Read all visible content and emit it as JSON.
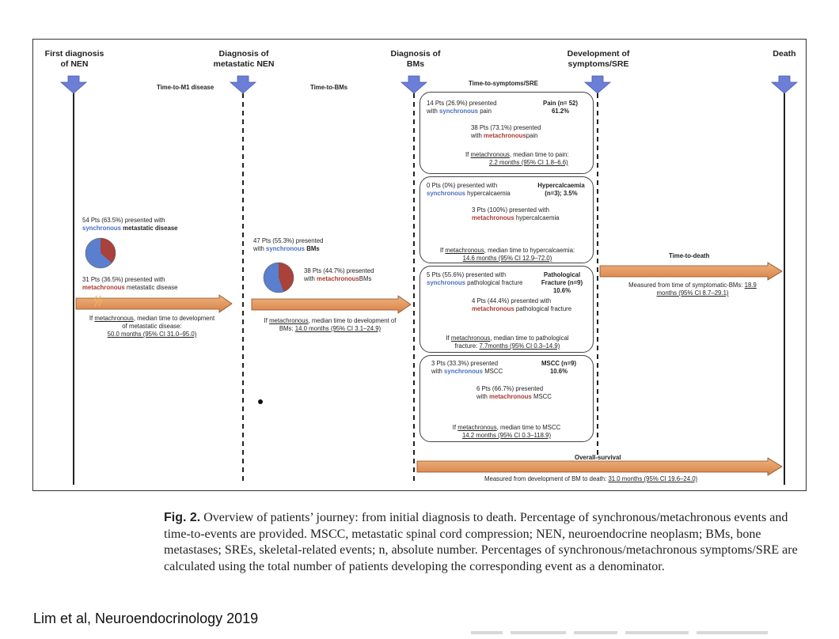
{
  "milestones": [
    {
      "key": "nen",
      "label": "First diagnosis\nof NEN"
    },
    {
      "key": "meta",
      "label": "Diagnosis of\nmetastatic NEN"
    },
    {
      "key": "bm",
      "label": "Diagnosis of\nBMs"
    },
    {
      "key": "sre",
      "label": "Development of\nsymptoms/SRE"
    },
    {
      "key": "death",
      "label": "Death"
    }
  ],
  "intervals": {
    "m1": "Time-to-M1 disease",
    "bms": "Time-to-BMs",
    "sre": "Time-to-symptoms/SRE",
    "death": "Time-to-death",
    "os": "Overall-survival"
  },
  "segment1": {
    "syn_prefix": "54 Pts (63.5%) presented with",
    "syn_word": "synchronous",
    "syn_suffix": "metastatic disease",
    "syn_pct": 63.5,
    "met_prefix": "31 Pts (36.5%) presented with",
    "met_word": "metachronous",
    "met_suffix": "metastatic disease",
    "med_word": "metachronous",
    "med_a": "If",
    "med_b": ", median time to development",
    "med_c": "of metastatic disease:",
    "med_d": "50.0 months (95% CI 31.0–95.0)"
  },
  "segment2": {
    "syn_prefix": "47 Pts (55.3%) presented",
    "syn_with": "with",
    "syn_word": "synchronous",
    "syn_suffix": "BMs",
    "syn_pct": 55.3,
    "met_prefix": "38 Pts (44.7%) presented",
    "met_with": "with",
    "met_word": "metachronous",
    "met_suffix": "BMs",
    "med_a": "If",
    "med_word": "metachronous",
    "med_b": ", median time to development of",
    "med_c": "BMs:",
    "med_d": "14.0 months (95% CI 3.1–24.9)"
  },
  "events": [
    {
      "title": "Pain (n= 52)",
      "pct_text": "61.2%",
      "syn_a": "14 Pts (26.9%) presented",
      "syn_b": "with",
      "syn_word": "synchronous",
      "syn_c": "pain",
      "met_a": "38 Pts (73.1%) presented",
      "met_b": "with",
      "met_word": "metachronous",
      "met_c": "pain",
      "syn_pct": 26.9,
      "med_a": "If",
      "med_word": "metachronous",
      "med_b": ", median time to pain:",
      "med_c": "2.2 months (95% CI 1.8–6.6)"
    },
    {
      "title": "Hypercalcaemia",
      "title2": "(n=3); 3.5%",
      "pct_text": "",
      "syn_a": "0 Pts (0%) presented with",
      "syn_b": "",
      "syn_word": "synchronous",
      "syn_c": "hypercalcaemia",
      "met_a": "3 Pts (100%) presented with",
      "met_b": "",
      "met_word": "metachronous",
      "met_c": "hypercalcaemia",
      "syn_pct": 0,
      "med_a": "If",
      "med_word": "metachronous",
      "med_b": ", median time to hypercalcaemia:",
      "med_c": "14.6 months (95% CI 12.9–72.0)"
    },
    {
      "title": "Pathological",
      "title2": "Fracture (n=9)",
      "pct_text": "10.6%",
      "syn_a": "5 Pts (55.6%) presented with",
      "syn_b": "",
      "syn_word": "synchronous",
      "syn_c": "pathological fracture",
      "met_a": "4 Pts (44.4%) presented with",
      "met_b": "",
      "met_word": "metachronous",
      "met_c": "pathological fracture",
      "syn_pct": 55.6,
      "med_a": "If",
      "med_word": "metachronous",
      "med_b": ", median time to pathological",
      "med_c": "fracture:",
      "med_d": "7.7months (95% CI 0.3–14.9)"
    },
    {
      "title": "MSCC (n=9)",
      "pct_text": "10.6%",
      "syn_a": "3 Pts (33.3%) presented",
      "syn_b": "with",
      "syn_word": "synchronous",
      "syn_c": "MSCC",
      "met_a": "6 Pts (66.7%) presented",
      "met_b": "with",
      "met_word": "metachronous",
      "met_c": "MSCC",
      "syn_pct": 33.3,
      "med_a": "If",
      "med_word": "metachronous",
      "med_b": ", median time to MSCC",
      "med_c": "14.2 months (95% CI 0.3–118.9)"
    }
  ],
  "death_segment": {
    "line1": "Measured from time of symptomatic-BMs:",
    "value1": "18.9",
    "line2": "months (95% CI 8.7–29.1)"
  },
  "os_segment": {
    "line1": "Measured from development of BM to death:",
    "value": "31.0 months (95% CI 19.6–24.0)"
  },
  "caption": {
    "fig_label": "Fig. 2.",
    "text": " Overview of patients’ journey: from initial diagnosis to death. Percentage of synchronous/metachronous events and time-to-events are provided. MSCC, metastatic spinal cord compression; NEN, neuroendocrine neoplasm; BMs, bone metastases; SREs, skeletal-related events; n, absolute number. Percentages of synchronous/metachronous symptoms/SRE are calculated using the total number of patients developing the corresponding event as a denominator."
  },
  "credit": "Lim et al, Neuroendocrinology 2019",
  "colors": {
    "synchronous": "#5b7fcf",
    "metachronous": "#a8423a",
    "arrow": "#e2955a",
    "arrow_edge": "#8a4d22",
    "marker": "#6b7fd6"
  }
}
